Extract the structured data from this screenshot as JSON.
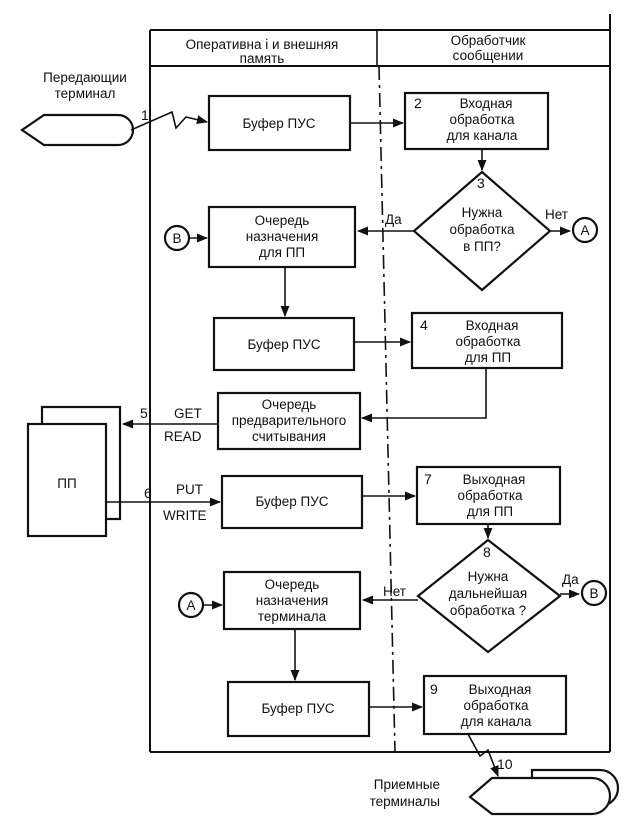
{
  "columns": {
    "left": [
      "Оперативна і и внешняя",
      "память"
    ],
    "right": [
      "Обработчик",
      "сообщении"
    ]
  },
  "terminals": {
    "sending": [
      "Передающии",
      "терминал"
    ],
    "receiving": [
      "Приемные",
      "терминалы"
    ]
  },
  "pp": "ПП",
  "boxes": [
    {
      "id": "buf1",
      "lines": [
        "Буфер ПУС"
      ]
    },
    {
      "id": "proc2",
      "num": "2",
      "lines": [
        "Входная",
        "обработка",
        "для канала"
      ]
    },
    {
      "id": "queue_dest_pp",
      "lines": [
        "Очередь",
        "назначения",
        "для ПП"
      ]
    },
    {
      "id": "buf2",
      "lines": [
        "Буфер ПУС"
      ]
    },
    {
      "id": "proc4",
      "num": "4",
      "lines": [
        "Входная",
        "обработка",
        "для ПП"
      ]
    },
    {
      "id": "queue_pre",
      "lines": [
        "Очередь",
        "предварительного",
        "считывания"
      ]
    },
    {
      "id": "buf3",
      "lines": [
        "Буфер ПУС"
      ]
    },
    {
      "id": "proc7",
      "num": "7",
      "lines": [
        "Выходная",
        "обработка",
        "для ПП"
      ]
    },
    {
      "id": "queue_dest_term",
      "lines": [
        "Очередь",
        "назначения",
        "терминала"
      ]
    },
    {
      "id": "buf4",
      "lines": [
        "Буфер ПУС"
      ]
    },
    {
      "id": "proc9",
      "num": "9",
      "lines": [
        "Выходная",
        "обработка",
        "для канала"
      ]
    }
  ],
  "decisions": [
    {
      "id": "dec3",
      "num": "3",
      "lines": [
        "Нужна",
        "обработка",
        "в ПП?"
      ],
      "yes": "Да",
      "no": "Нет"
    },
    {
      "id": "dec8",
      "num": "8",
      "lines": [
        "Нужна",
        "дальнейшая",
        "обработка ?"
      ],
      "yes": "Да",
      "no": "Нет"
    }
  ],
  "connectors": [
    "A",
    "B",
    "A",
    "B"
  ],
  "step_numbers": {
    "n1": "1",
    "n5": "5",
    "n6": "6",
    "n10": "10"
  },
  "io_labels": {
    "get": "GET",
    "read": "READ",
    "put": "PUT",
    "write": "WRITE"
  }
}
